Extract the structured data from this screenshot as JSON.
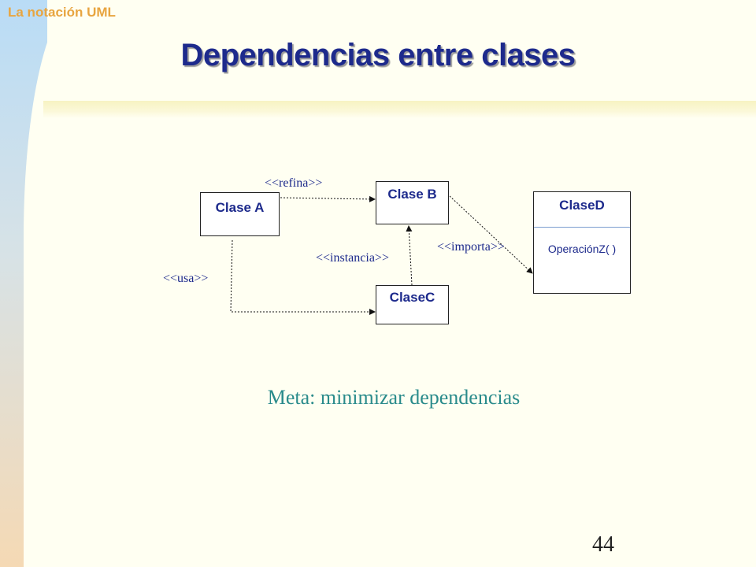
{
  "section_label": "La notación UML",
  "title": "Dependencias entre clases",
  "diagram": {
    "classes": {
      "clase_a": "Clase A",
      "clase_b": "Clase B",
      "clase_c": "ClaseC",
      "clase_d": "ClaseD"
    },
    "operation": "OperaciónZ( )",
    "stereotypes": {
      "refina": "<<refina>>",
      "usa": "<<usa>>",
      "instancia": "<<instancia>>",
      "importa": "<<importa>>"
    },
    "dependencies": [
      {
        "from": "Clase A",
        "to": "Clase B",
        "label": "<<refina>>"
      },
      {
        "from": "Clase A",
        "to": "ClaseC",
        "label": "<<usa>>"
      },
      {
        "from": "ClaseC",
        "to": "Clase B",
        "label": "<<instancia>>"
      },
      {
        "from": "Clase B",
        "to": "ClaseD",
        "label": "<<importa>>"
      }
    ]
  },
  "goal": "Meta: minimizar  dependencias",
  "page_number": "44",
  "colors": {
    "title": "#1d2a8c",
    "section_label": "#e8a540",
    "goal": "#2a8b8b",
    "background": "#fffff2"
  }
}
